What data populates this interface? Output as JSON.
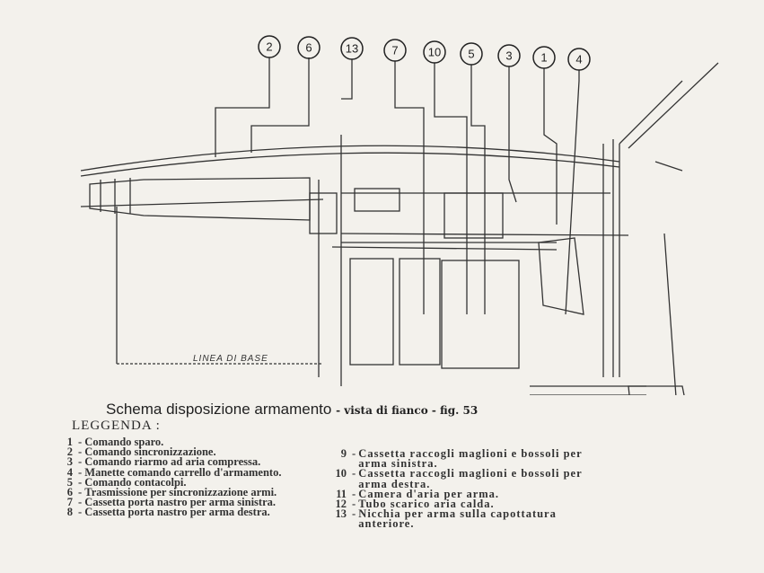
{
  "figure": {
    "callouts": [
      "2",
      "6",
      "13",
      "7",
      "10",
      "5",
      "3",
      "1",
      "4"
    ],
    "base_line_label": "LINEA DI BASE"
  },
  "caption": {
    "title": "Schema disposizione armamento",
    "subtitle": "- vista di fianco - fig. 53"
  },
  "legend": {
    "heading": "LEGGENDA :",
    "left": [
      {
        "n": "1",
        "text": "Comando sparo."
      },
      {
        "n": "2",
        "text": "Comando sincronizzazione."
      },
      {
        "n": "3",
        "text": "Comando riarmo ad aria compressa."
      },
      {
        "n": "4",
        "text": "Manette comando carrello d'armamento."
      },
      {
        "n": "5",
        "text": "Comando contacolpi."
      },
      {
        "n": "6",
        "text": "Trasmissione per sincronizzazione armi."
      },
      {
        "n": "7",
        "text": "Cassetta porta nastro per arma sinistra."
      },
      {
        "n": "8",
        "text": "Cassetta porta nastro per arma destra."
      }
    ],
    "right": [
      {
        "n": "9",
        "text": "Cassetta raccogli maglioni e bossoli per arma sinistra."
      },
      {
        "n": "10",
        "text": "Cassetta raccogli maglioni e bossoli per arma destra."
      },
      {
        "n": "11",
        "text": "Camera d'aria per arma."
      },
      {
        "n": "12",
        "text": "Tubo scarico aria calda."
      },
      {
        "n": "13",
        "text": "Nicchia per arma sulla capottatura anteriore."
      }
    ]
  }
}
